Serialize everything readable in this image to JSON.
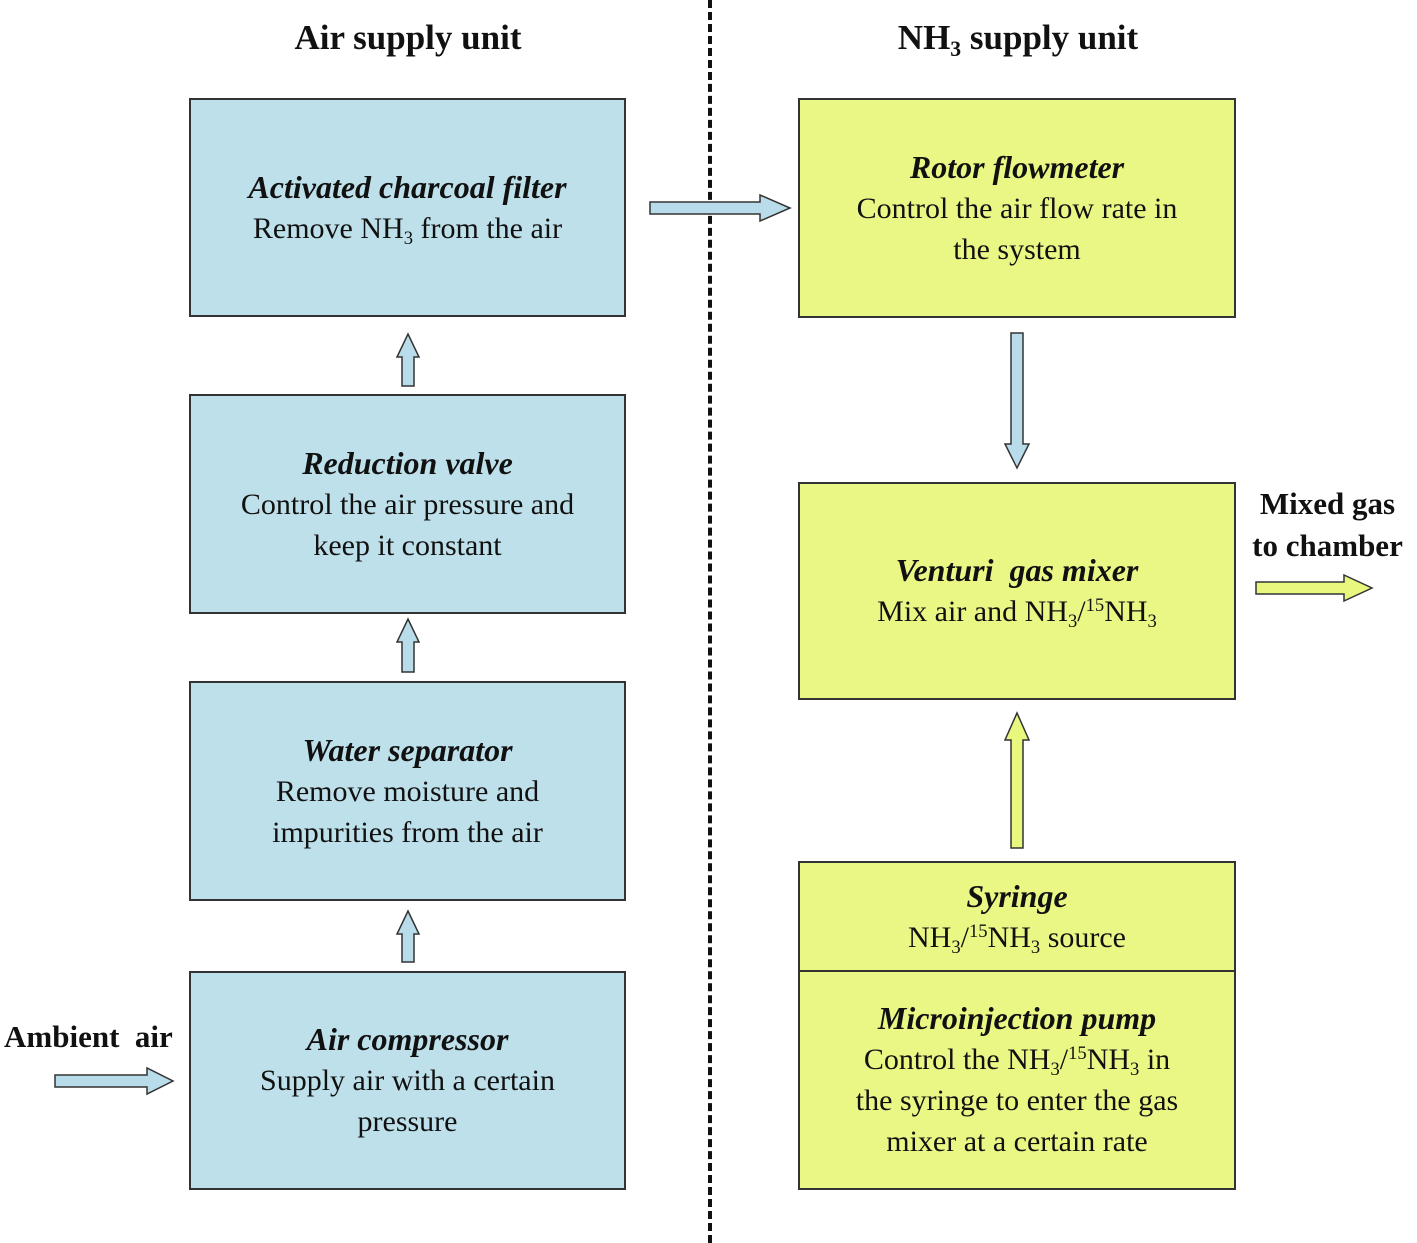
{
  "headings": {
    "air_unit": "Air supply unit",
    "nh3_unit": {
      "prefix": "NH",
      "sub": "3",
      "suffix": " supply unit"
    }
  },
  "boxes": {
    "charcoal": {
      "title": "Activated charcoal filter",
      "line1": {
        "prefix": "Remove NH",
        "sub": "3",
        "suffix": " from the air"
      }
    },
    "reduction": {
      "title": "Reduction valve",
      "line1": "Control the air pressure and",
      "line2": "keep it constant"
    },
    "water": {
      "title": "Water separator",
      "line1": "Remove moisture and",
      "line2": "impurities from the air"
    },
    "compressor": {
      "title": "Air compressor",
      "line1": "Supply air with a certain",
      "line2": "pressure"
    },
    "rotor": {
      "title": "Rotor flowmeter",
      "line1": "Control the air flow rate in",
      "line2": "the system"
    },
    "venturi": {
      "title": "Venturi  gas mixer",
      "line1": {
        "prefix": "Mix air and NH",
        "sub1": "3",
        "slash": "/",
        "sup": "15",
        "mid": "NH",
        "sub2": "3"
      }
    },
    "syringe": {
      "title": "Syringe",
      "line1": {
        "prefix": "NH",
        "sub1": "3",
        "slash": "/",
        "sup": "15",
        "mid": "NH",
        "sub2": "3",
        "suffix": " source"
      }
    },
    "pump": {
      "title": "Microinjection pump",
      "line1": {
        "prefix": "Control the NH",
        "sub1": "3",
        "slash": "/",
        "sup": "15",
        "mid": "NH",
        "sub2": "3",
        "suffix": " in"
      },
      "line2": "the syringe to enter the gas",
      "line3": "mixer at a certain rate"
    }
  },
  "labels": {
    "ambient": "Ambient  air",
    "mixed_line1": "Mixed gas",
    "mixed_line2": "to chamber"
  },
  "colors": {
    "air_box_fill": "#bde0ea",
    "nh3_box_fill": "#ebf785",
    "box_border": "#333333",
    "blue_arrow_fill": "#b9dcea",
    "lime_arrow_fill": "#eaf77e"
  }
}
